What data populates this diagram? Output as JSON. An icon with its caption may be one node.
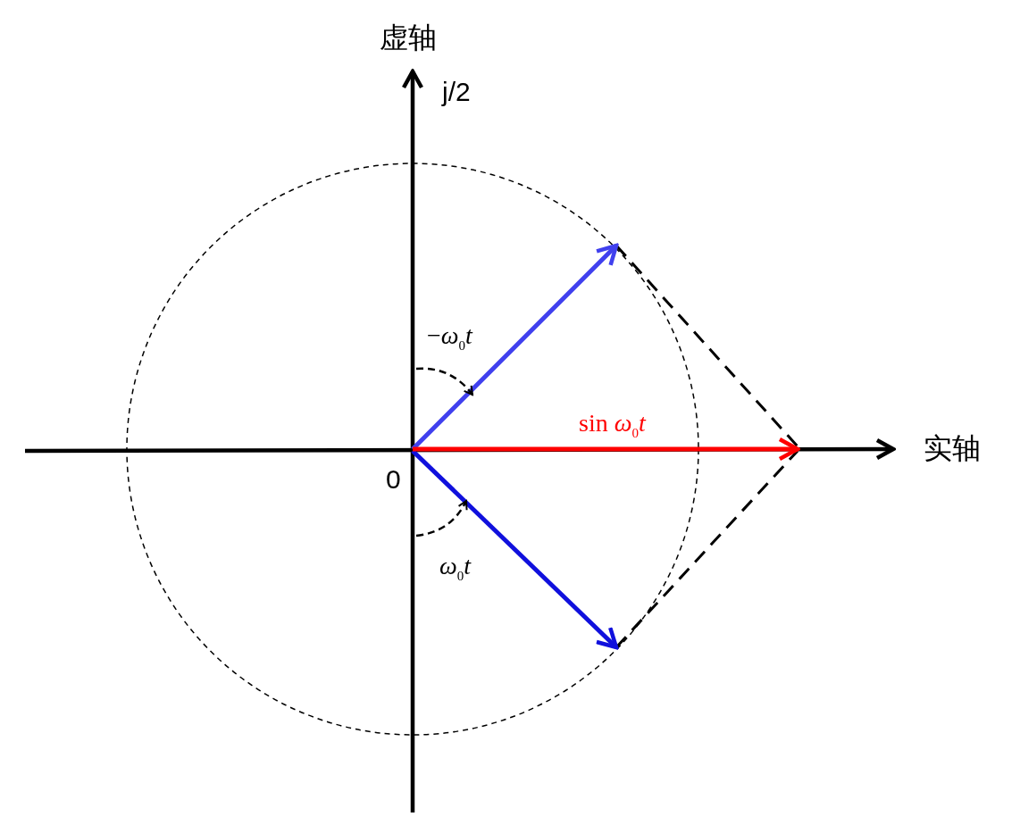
{
  "diagram": {
    "labels": [
      "虚轴",
      "j/2",
      "−*ω*$_{0}$*t*",
      "sin *ω*$_{0}$*t*",
      "实轴",
      "0",
      "*ω*$_{0}$*t*"
    ]
  }
}
